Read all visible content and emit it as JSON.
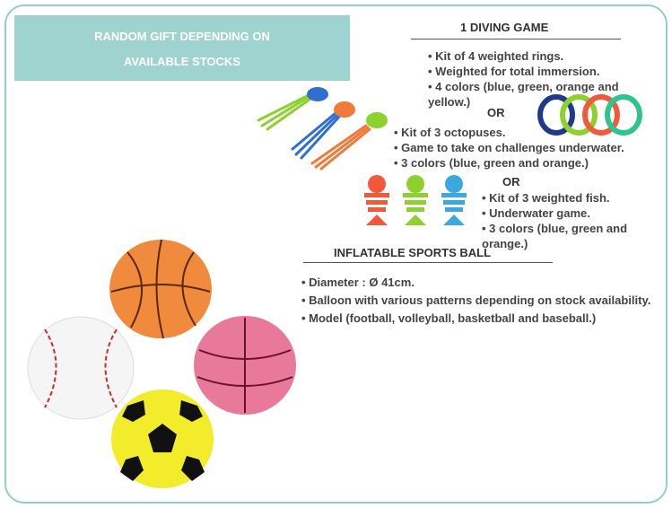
{
  "banner": {
    "line1": "RANDOM GIFT DEPENDING ON",
    "line2": "AVAILABLE STOCKS"
  },
  "diving": {
    "title": "1 DIVING GAME",
    "rings": [
      "• Kit of 4 weighted rings.",
      "• Weighted for total immersion.",
      "• 4 colors (blue, green, orange and yellow.)"
    ],
    "or1": "OR",
    "octopus": [
      "• Kit of 3 octopuses.",
      "• Game to take on challenges underwater.",
      "• 3 colors (blue, green and orange.)"
    ],
    "or2": "OR",
    "fish": [
      "• Kit of 3 weighted fish.",
      "• Underwater game.",
      "• 3 colors (blue, green and orange.)"
    ]
  },
  "ball": {
    "title": "INFLATABLE SPORTS BALL",
    "details": [
      "• Diameter : Ø 41cm.",
      "• Balloon with various patterns depending on stock availability.",
      "• Model (football, volleyball, basketball and baseball.)"
    ]
  },
  "colors": {
    "accent": "#9fd3d0",
    "border": "#8ecfcb",
    "ring_blue": "#1f3a8a",
    "ring_green": "#8cd12e",
    "ring_orange": "#f2593a",
    "ring_teal": "#2ec48f"
  },
  "icons": [
    "rings-icon",
    "octopus-icon",
    "fish-icon",
    "basketball-icon",
    "baseball-icon",
    "volleyball-icon",
    "football-icon"
  ]
}
